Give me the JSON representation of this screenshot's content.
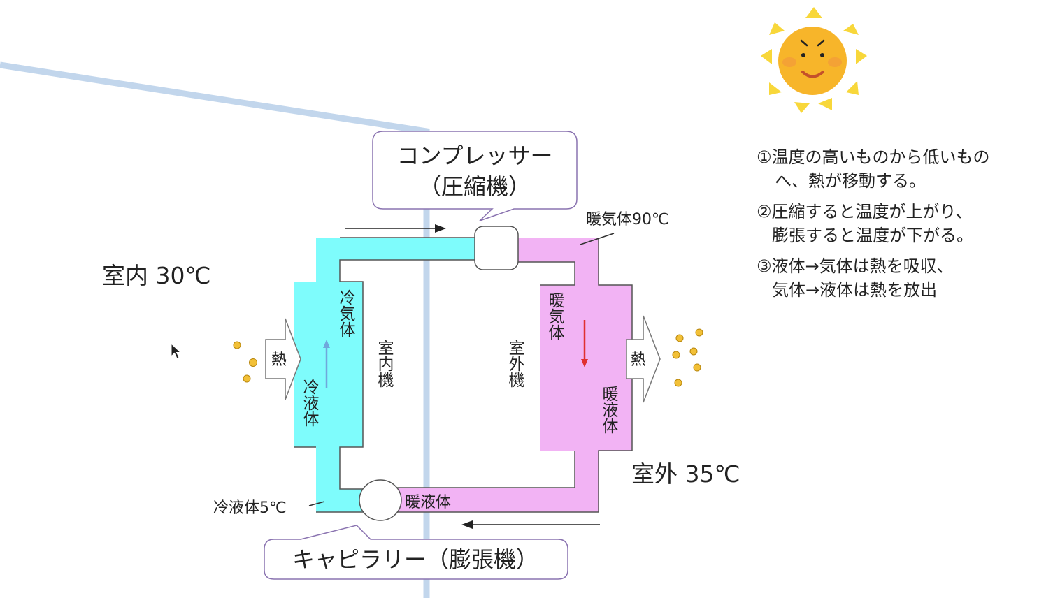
{
  "colors": {
    "cold_fluid": "#7efcfc",
    "warm_fluid": "#f2b3f4",
    "wall": "#c2d6ec",
    "callout_border": "#8a73b0",
    "pipe_outline": "#555555",
    "heat_dot": "#f2c037",
    "red_arrow": "#e03030",
    "blue_arrow": "#6fa8dc",
    "sun_face": "#f7b52a",
    "sun_ray": "#f8d73a"
  },
  "indoor": {
    "label": "室内 30℃",
    "unit_label": "室内機"
  },
  "outdoor": {
    "label": "室外 35℃",
    "unit_label": "室外機"
  },
  "compressor": {
    "line1": "コンプレッサー",
    "line2": "（圧縮機）"
  },
  "capillary": {
    "label": "キャピラリー（膨張機）"
  },
  "indoor_coil": {
    "top_label": "冷気体",
    "bottom_label": "冷液体"
  },
  "outdoor_coil": {
    "top_label": "暖気体",
    "bottom_label": "暖液体"
  },
  "pipe_labels": {
    "warm_gas_temp": "暖気体90℃",
    "cold_liquid_temp": "冷液体5℃",
    "warm_liquid": "暖液体"
  },
  "heat_arrows": {
    "left": "熱",
    "right": "熱"
  },
  "notes": [
    {
      "line1": "①温度の高いものから低いもの",
      "line2": "へ、熱が移動する。"
    },
    {
      "line1": "②圧縮すると温度が上がり、",
      "line2": "膨張すると温度が下がる。"
    },
    {
      "line1": "③液体→気体は熱を吸収、",
      "line2": "気体→液体は熱を放出"
    }
  ],
  "sun": {
    "icon": "smiling-sun-icon"
  }
}
